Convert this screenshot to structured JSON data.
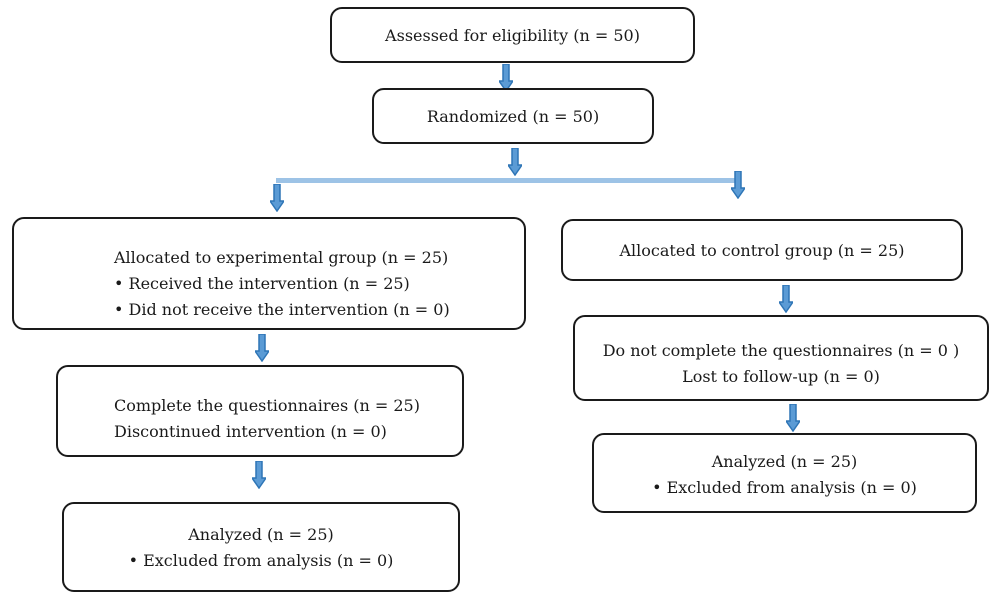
{
  "flowchart": {
    "eligibility": "Assessed for eligibility (n = 50)",
    "randomized": "Randomized (n = 50)",
    "experimental": {
      "allocated": "Allocated to experimental group (n = 25)",
      "received": "• Received the intervention (n = 25)",
      "not_received": "• Did not receive the intervention (n = 0)",
      "complete": "Complete the questionnaires (n = 25)",
      "discontinued": "Discontinued intervention (n = 0)",
      "analyzed": "Analyzed (n = 25)",
      "excluded": "• Excluded from analysis (n = 0)"
    },
    "control": {
      "allocated": "Allocated to control group (n = 25)",
      "not_complete": "Do not complete the questionnaires (n = 0 )",
      "lost": "Lost to follow-up (n = 0)",
      "analyzed": "Analyzed (n = 25)",
      "excluded": "• Excluded from analysis (n = 0)"
    }
  },
  "colors": {
    "arrow_fill": "#5b9bd5",
    "arrow_stroke": "#2e75b6",
    "split_line": "#9dc3e6",
    "box_border": "#1a1a1a"
  }
}
